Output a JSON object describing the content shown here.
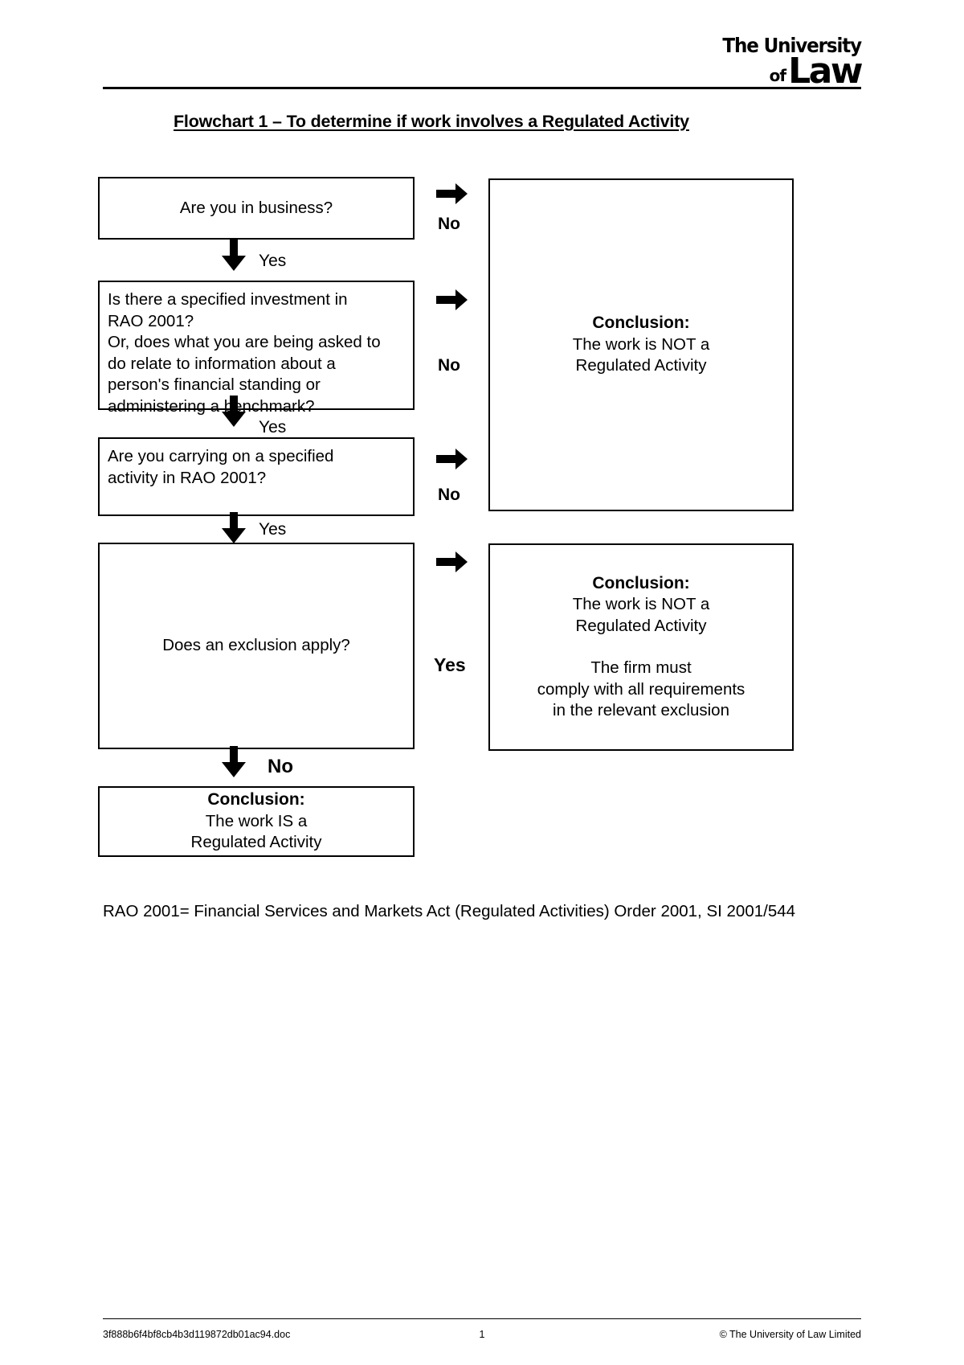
{
  "header": {
    "logo_line1": "The University",
    "logo_of": "of",
    "logo_law": "Law"
  },
  "title": "Flowchart 1 – To determine if work involves a Regulated Activity",
  "flowchart": {
    "boxes": {
      "business": "Are you in business?",
      "specified_investment_l1": "Is there a specified investment in",
      "specified_investment_l2": "RAO 2001?",
      "specified_investment_l3": "Or, does what you are being asked to",
      "specified_investment_l4": "do relate to information about a",
      "specified_investment_l5": "person's financial standing or",
      "specified_investment_l6": "administering a benchmark?",
      "specified_activity_l1": "Are you carrying on a specified",
      "specified_activity_l2": "activity in RAO 2001?",
      "exclusion": "Does an exclusion apply?"
    },
    "conclusion_not_regulated": {
      "heading": "Conclusion:",
      "line1": "The work is NOT a",
      "line2": "Regulated Activity"
    },
    "conclusion_exclusion": {
      "heading": "Conclusion:",
      "line1": "The work is NOT a",
      "line2": "Regulated Activity",
      "line3": "The firm must",
      "line4": "comply with all requirements",
      "line5": "in the relevant exclusion"
    },
    "conclusion_regulated": {
      "heading": "Conclusion:",
      "line1": "The work IS a",
      "line2": "Regulated Activity"
    },
    "labels": {
      "yes1": "Yes",
      "yes2": "Yes",
      "yes3": "Yes",
      "no_final": "No",
      "no1": "No",
      "no2": "No",
      "no3": "No",
      "yes_right": "Yes"
    }
  },
  "footnote": "RAO 2001= Financial Services and Markets Act (Regulated Activities) Order 2001, SI 2001/544",
  "footer": {
    "filename": "3f888b6f4bf8cb4b3d119872db01ac94.doc",
    "page_number": "1",
    "copyright": "© The University of Law Limited"
  }
}
